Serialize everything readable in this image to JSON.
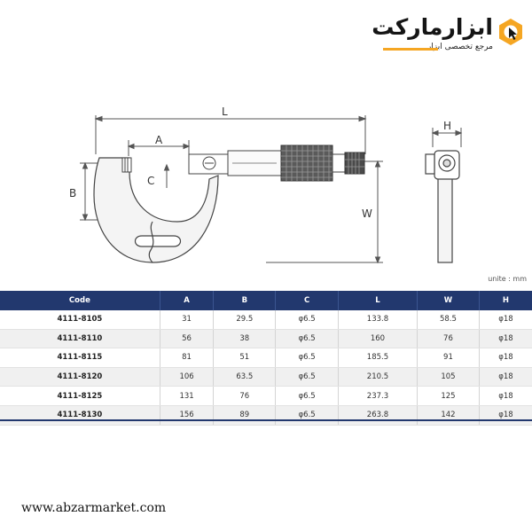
{
  "brand": {
    "name": "ابزارمارکت",
    "tagline": "مرجع تخصصی ابزار",
    "colors": {
      "accent": "#f5a623",
      "dark": "#151515"
    },
    "icon": "nut-cursor-icon"
  },
  "drawing": {
    "dimension_labels": {
      "length": "L",
      "anvil": "A",
      "depth": "B",
      "spindle": "C",
      "width": "W",
      "height": "H"
    }
  },
  "unit_note": "unite : mm",
  "table": {
    "header_color": "#22386e",
    "columns": [
      "Code",
      "A",
      "B",
      "C",
      "L",
      "W",
      "H"
    ],
    "rows": [
      [
        "4111-8105",
        "31",
        "29.5",
        "φ6.5",
        "133.8",
        "58.5",
        "φ18"
      ],
      [
        "4111-8110",
        "56",
        "38",
        "φ6.5",
        "160",
        "76",
        "φ18"
      ],
      [
        "4111-8115",
        "81",
        "51",
        "φ6.5",
        "185.5",
        "91",
        "φ18"
      ],
      [
        "4111-8120",
        "106",
        "63.5",
        "φ6.5",
        "210.5",
        "105",
        "φ18"
      ],
      [
        "4111-8125",
        "131",
        "76",
        "φ6.5",
        "237.3",
        "125",
        "φ18"
      ],
      [
        "4111-8130",
        "156",
        "89",
        "φ6.5",
        "263.8",
        "142",
        "φ18"
      ]
    ]
  },
  "website": "www.abzarmarket.com"
}
